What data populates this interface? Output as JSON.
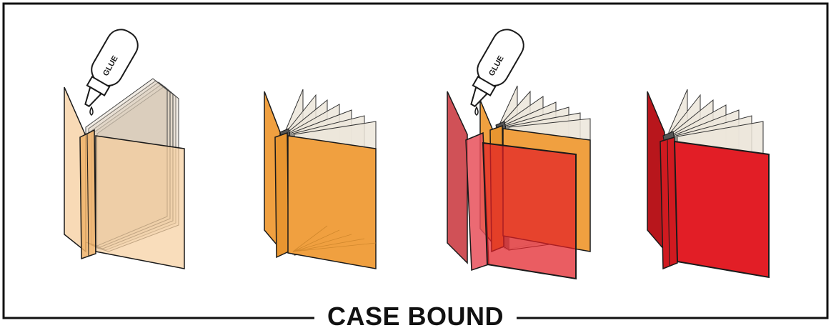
{
  "diagram": {
    "title": "CASE BOUND",
    "glue_label": "GLUE",
    "steps": [
      {
        "id": "step-1",
        "description": "Glue applied to spine of page block, light cover"
      },
      {
        "id": "step-2",
        "description": "Page block fanned, orange cover attached"
      },
      {
        "id": "step-3",
        "description": "Glue applied, red hard case placed over book"
      },
      {
        "id": "step-4",
        "description": "Finished case-bound book in red cover"
      }
    ]
  },
  "colors": {
    "frame": "#111111",
    "light_orange": "#F6CE9E",
    "orange": "#F0A040",
    "orange_dark": "#D98A2A",
    "red": "#E21E26",
    "red_dark": "#B8161C",
    "page": "#ECE6DA",
    "outline": "#1a1a1a"
  }
}
